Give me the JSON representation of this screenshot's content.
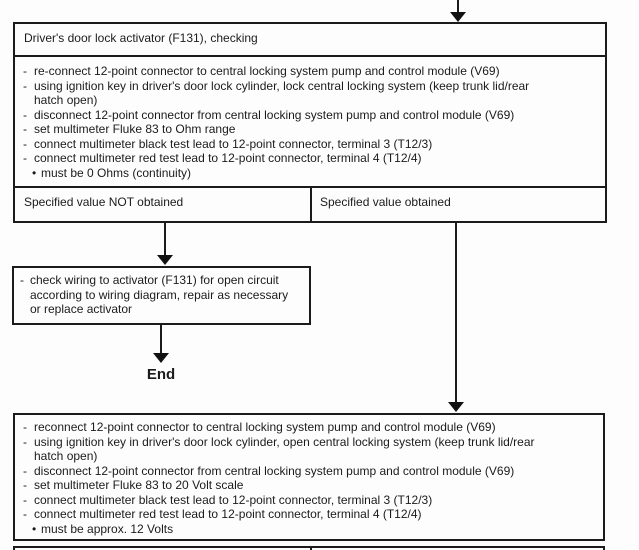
{
  "flowchart": {
    "title_box": "Driver's door lock activator (F131), checking",
    "procedure_box_1": {
      "lines": [
        {
          "marker": "-",
          "text": "re-connect 12-point connector to central locking system pump and control module (V69)"
        },
        {
          "marker": "-",
          "text": "using ignition key in driver's door lock cylinder, lock central locking system (keep trunk lid/rear"
        },
        {
          "marker": "",
          "text": "hatch open)"
        },
        {
          "marker": "-",
          "text": "disconnect 12-point connector from central locking system pump and control module (V69)"
        },
        {
          "marker": "-",
          "text": "set multimeter Fluke 83 to Ohm range"
        },
        {
          "marker": "-",
          "text": "connect multimeter black test lead to 12-point connector, terminal 3 (T12/3)"
        },
        {
          "marker": "-",
          "text": "connect multimeter red test lead to 12-point connector, terminal 4 (T12/4)"
        },
        {
          "marker": "•",
          "text": "must be 0 Ohms (continuity)"
        }
      ]
    },
    "branch_row": {
      "left_label": "Specified value NOT obtained",
      "right_label": "Specified value obtained"
    },
    "repair_box": {
      "lines": [
        {
          "marker": "-",
          "text": "check wiring to activator (F131) for open circuit"
        },
        {
          "marker": "",
          "text": "according to wiring diagram, repair as necessary"
        },
        {
          "marker": "",
          "text": "or replace activator"
        }
      ]
    },
    "end_label": "End",
    "procedure_box_2": {
      "lines": [
        {
          "marker": "-",
          "text": "reconnect 12-point connector to central locking system pump and control module (V69)"
        },
        {
          "marker": "-",
          "text": "using ignition key in driver's door lock cylinder, open central locking system (keep trunk lid/rear"
        },
        {
          "marker": "",
          "text": "hatch open)"
        },
        {
          "marker": "-",
          "text": "disconnect 12-point connector from central locking system pump and control module (V69)"
        },
        {
          "marker": "-",
          "text": "set multimeter Fluke 83 to 20 Volt scale"
        },
        {
          "marker": "-",
          "text": "connect multimeter black test lead to 12-point connector, terminal 3 (T12/3)"
        },
        {
          "marker": "-",
          "text": "connect multimeter red test lead to 12-point connector, terminal 4 (T12/4)"
        },
        {
          "marker": "•",
          "text": "must be approx. 12 Volts"
        }
      ]
    },
    "colors": {
      "ink": "#1b1b1b",
      "background": "#fdfdfd"
    }
  }
}
